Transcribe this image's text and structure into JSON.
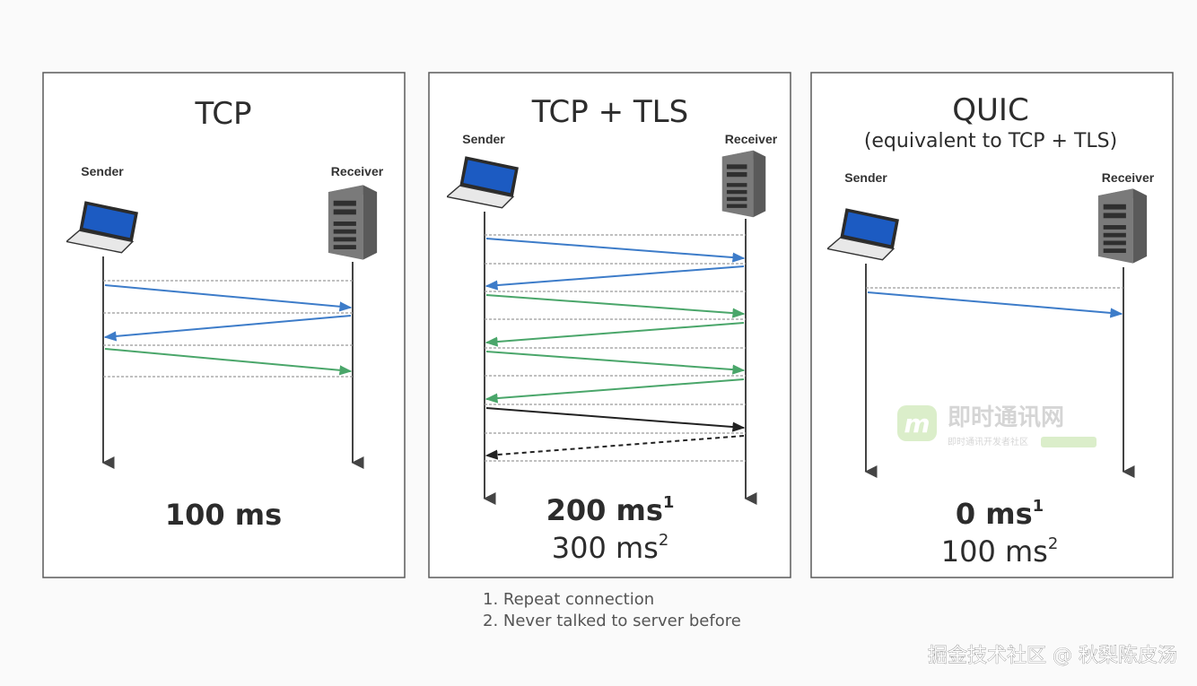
{
  "panels": [
    {
      "title": "TCP",
      "subtitle": "",
      "sender_label": "Sender",
      "receiver_label": "Receiver",
      "time_primary": "100 ms",
      "time_primary_sup": "",
      "time_secondary": "",
      "time_secondary_sup": ""
    },
    {
      "title": "TCP + TLS",
      "subtitle": "",
      "sender_label": "Sender",
      "receiver_label": "Receiver",
      "time_primary": "200 ms",
      "time_primary_sup": "1",
      "time_secondary": "300 ms",
      "time_secondary_sup": "2"
    },
    {
      "title": "QUIC",
      "subtitle": "(equivalent to TCP + TLS)",
      "sender_label": "Sender",
      "receiver_label": "Receiver",
      "time_primary": "0 ms",
      "time_primary_sup": "1",
      "time_secondary": "100 ms",
      "time_secondary_sup": "2"
    }
  ],
  "arrow_colors": {
    "blue": "#3d7cc9",
    "green": "#4aa66a",
    "black": "#222222"
  },
  "footnotes": [
    "1. Repeat connection",
    "2. Never talked to server before"
  ],
  "watermark_logo": {
    "name": "即时通讯网",
    "tagline": "即时通讯开发者社区"
  },
  "watermark": "掘金技术社区 @ 秋梨陈皮汤"
}
